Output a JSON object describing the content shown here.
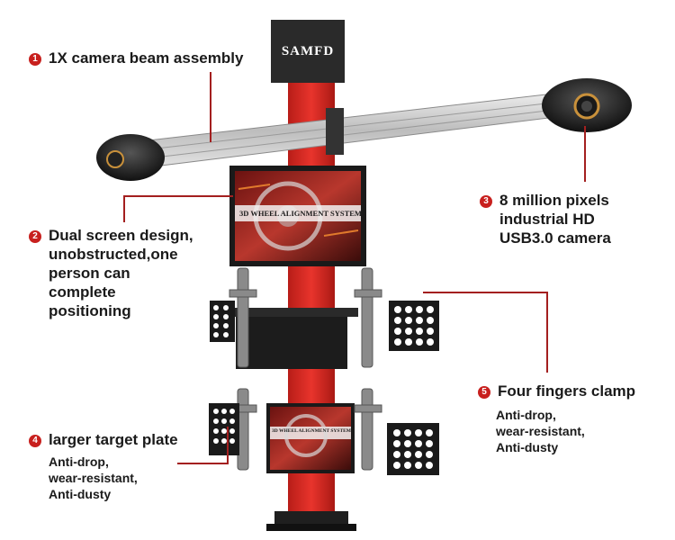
{
  "brand": "SAMFD",
  "monitor_title": "3D WHEEL ALIGNMENT SYSTEM",
  "lower_monitor_title": "3D WHEEL ALIGNMENT SYSTEM",
  "callouts": [
    {
      "num": "1",
      "lines": [
        "1X camera beam assembly"
      ]
    },
    {
      "num": "2",
      "lines": [
        "Dual screen design,",
        "unobstructed,one",
        "person can",
        "complete",
        "positioning"
      ]
    },
    {
      "num": "3",
      "lines": [
        "8 million pixels",
        "industrial HD",
        "USB3.0 camera"
      ]
    },
    {
      "num": "4",
      "lines": [
        "larger target plate"
      ],
      "details": [
        "Anti-drop,",
        "wear-resistant,",
        "Anti-dusty"
      ]
    },
    {
      "num": "5",
      "lines": [
        "Four fingers clamp"
      ],
      "details": [
        "Anti-drop,",
        "wear-resistant,",
        "Anti-dusty"
      ]
    }
  ],
  "colors": {
    "accent": "#c8201e",
    "post": "#d42a24",
    "beam": "#c9c9c9",
    "dark": "#222222"
  }
}
